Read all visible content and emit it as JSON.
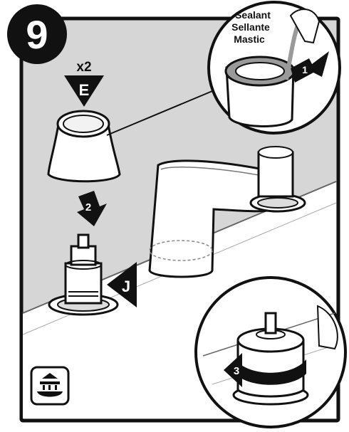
{
  "step": {
    "number": "9"
  },
  "sealant": {
    "line1": "Sealant",
    "line2": "Sellante",
    "line3": "Mastic"
  },
  "part_e": {
    "quantity": "x2",
    "letter": "E"
  },
  "part_j": {
    "letter": "J"
  },
  "arrows": {
    "one": "1",
    "two": "2",
    "three": "3"
  },
  "colors": {
    "panel_bg": "#d6d6d6",
    "outline": "#111111",
    "white": "#ffffff",
    "sealant_gray": "#9a9a9a"
  },
  "icons": {
    "sink_icon": "sink-install-icon",
    "faucet": "faucet-spout-illustration"
  }
}
